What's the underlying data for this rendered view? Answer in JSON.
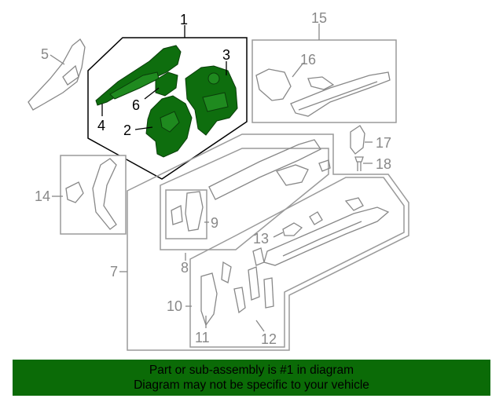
{
  "callouts": {
    "c1": "1",
    "c2": "2",
    "c3": "3",
    "c4": "4",
    "c5": "5",
    "c6": "6",
    "c7": "7",
    "c8": "8",
    "c9": "9",
    "c10": "10",
    "c11": "11",
    "c12": "12",
    "c13": "13",
    "c14": "14",
    "c15": "15",
    "c16": "16",
    "c17": "17",
    "c18": "18"
  },
  "colors": {
    "highlight": "#0e6e0e",
    "dim": "#8a8a8a",
    "footer_bg": "#0b6b07"
  },
  "footer": {
    "line1": "Part or sub-assembly is #1 in diagram",
    "line2": "Diagram may not be specific to your vehicle"
  }
}
